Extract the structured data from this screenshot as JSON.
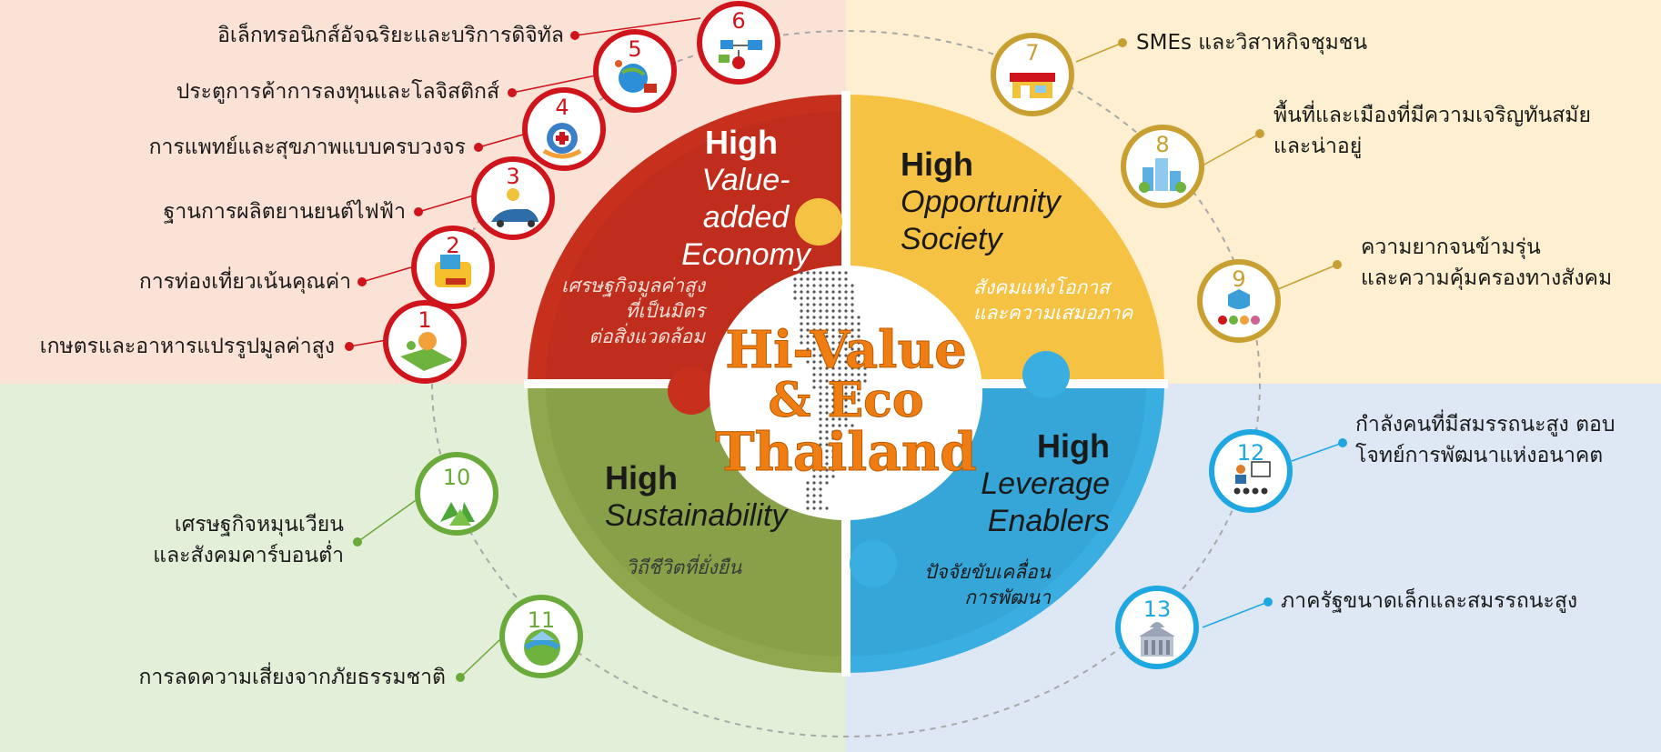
{
  "title": {
    "line1": "Hi-Value",
    "line2": "& Eco",
    "line3": "Thailand"
  },
  "themes": [
    {
      "id": "value",
      "high": "High",
      "title": [
        "Value-",
        "added",
        "Economy"
      ],
      "subtitle": [
        "เศรษฐกิจมูลค่าสูง",
        "ที่เป็นมิตร",
        "ต่อสิ่งแวดล้อม"
      ],
      "color": "#c8301e"
    },
    {
      "id": "opportunity",
      "high": "High",
      "title": [
        "Opportunity",
        "Society"
      ],
      "subtitle": [
        "สังคมแห่งโอกาส",
        "และความเสมอภาค"
      ],
      "color": "#f6c244"
    },
    {
      "id": "sustainability",
      "high": "High",
      "title": [
        "Sustainability"
      ],
      "subtitle": [
        "วิถีชีวิตที่ยั่งยืน"
      ],
      "color": "#8fa84e"
    },
    {
      "id": "enablers",
      "high": "High",
      "title": [
        "Leverage",
        "Enablers"
      ],
      "subtitle": [
        "ปัจจัยขับเคลื่อน",
        "การพัฒนา"
      ],
      "color": "#3aaee0"
    }
  ],
  "milestones": [
    {
      "number": "1",
      "label": [
        "เกษตรและอาหารแปรรูปมูลค่าสูง"
      ],
      "icon": "agriculture-icon",
      "color": "#d0141c"
    },
    {
      "number": "2",
      "label": [
        "การท่องเที่ยวเน้นคุณค่า"
      ],
      "icon": "tourism-guide-icon",
      "color": "#d0141c"
    },
    {
      "number": "3",
      "label": [
        "ฐานการผลิตยานยนต์ไฟฟ้า"
      ],
      "icon": "electric-vehicle-icon",
      "color": "#d0141c"
    },
    {
      "number": "4",
      "label": [
        "การแพทย์และสุขภาพแบบครบวงจร"
      ],
      "icon": "medical-care-icon",
      "color": "#d0141c"
    },
    {
      "number": "5",
      "label": [
        "ประตูการค้าการลงทุนและโลจิสติกส์"
      ],
      "icon": "global-logistics-icon",
      "color": "#d0141c"
    },
    {
      "number": "6",
      "label": [
        "อิเล็กทรอนิกส์อัจฉริยะและบริการดิจิทัล"
      ],
      "icon": "digital-network-icon",
      "color": "#d0141c"
    },
    {
      "number": "7",
      "label": [
        "SMEs และวิสาหกิจชุมชน"
      ],
      "icon": "shop-icon",
      "color": "#c8a032"
    },
    {
      "number": "8",
      "label": [
        "พื้นที่และเมืองที่มีความเจริญทันสมัย",
        "และน่าอยู่"
      ],
      "icon": "city-icon",
      "color": "#c8a032"
    },
    {
      "number": "9",
      "label": [
        "ความยากจนข้ามรุ่น",
        "และความคุ้มครองทางสังคม"
      ],
      "icon": "social-protection-icon",
      "color": "#c8a032"
    },
    {
      "number": "10",
      "label": [
        "เศรษฐกิจหมุนเวียน",
        "และสังคมคาร์บอนต่ำ"
      ],
      "icon": "recycle-icon",
      "color": "#6aaa3a"
    },
    {
      "number": "11",
      "label": [
        "การลดความเสี่ยงจากภัยธรรมชาติ"
      ],
      "icon": "landscape-icon",
      "color": "#6aaa3a"
    },
    {
      "number": "12",
      "label": [
        "กำลังคนที่มีสมรรถนะสูง ตอบ",
        "โจทย์การพัฒนาแห่งอนาคต"
      ],
      "icon": "workforce-training-icon",
      "color": "#1ea7e1"
    },
    {
      "number": "13",
      "label": [
        "ภาครัฐขนาดเล็กและสมรรถนะสูง"
      ],
      "icon": "government-building-icon",
      "color": "#1ea7e1"
    }
  ],
  "colors": {
    "bg_top_left": "#fbe2d6",
    "bg_top_right": "#fdefcf",
    "bg_bottom_left": "#e3efd8",
    "bg_bottom_right": "#dde8f4",
    "center_title": "#f07d12"
  }
}
